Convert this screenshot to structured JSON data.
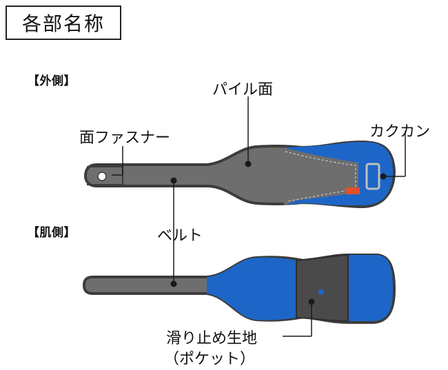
{
  "title": "各部名称",
  "sections": {
    "outer": "【外側】",
    "inner": "【肌側】"
  },
  "labels": {
    "pile": "パイル面",
    "fastener": "面ファスナー",
    "buckle": "カクカン",
    "belt": "ベルト",
    "nonslip_line1": "滑り止め生地",
    "nonslip_line2": "（ポケット）"
  },
  "colors": {
    "strap_gray": "#6e6e6e",
    "strap_outline": "#3c3c3c",
    "fabric_blue": "#1d66c7",
    "pocket_dark": "#4a4a4a",
    "tag_orange": "#e0502a"
  }
}
